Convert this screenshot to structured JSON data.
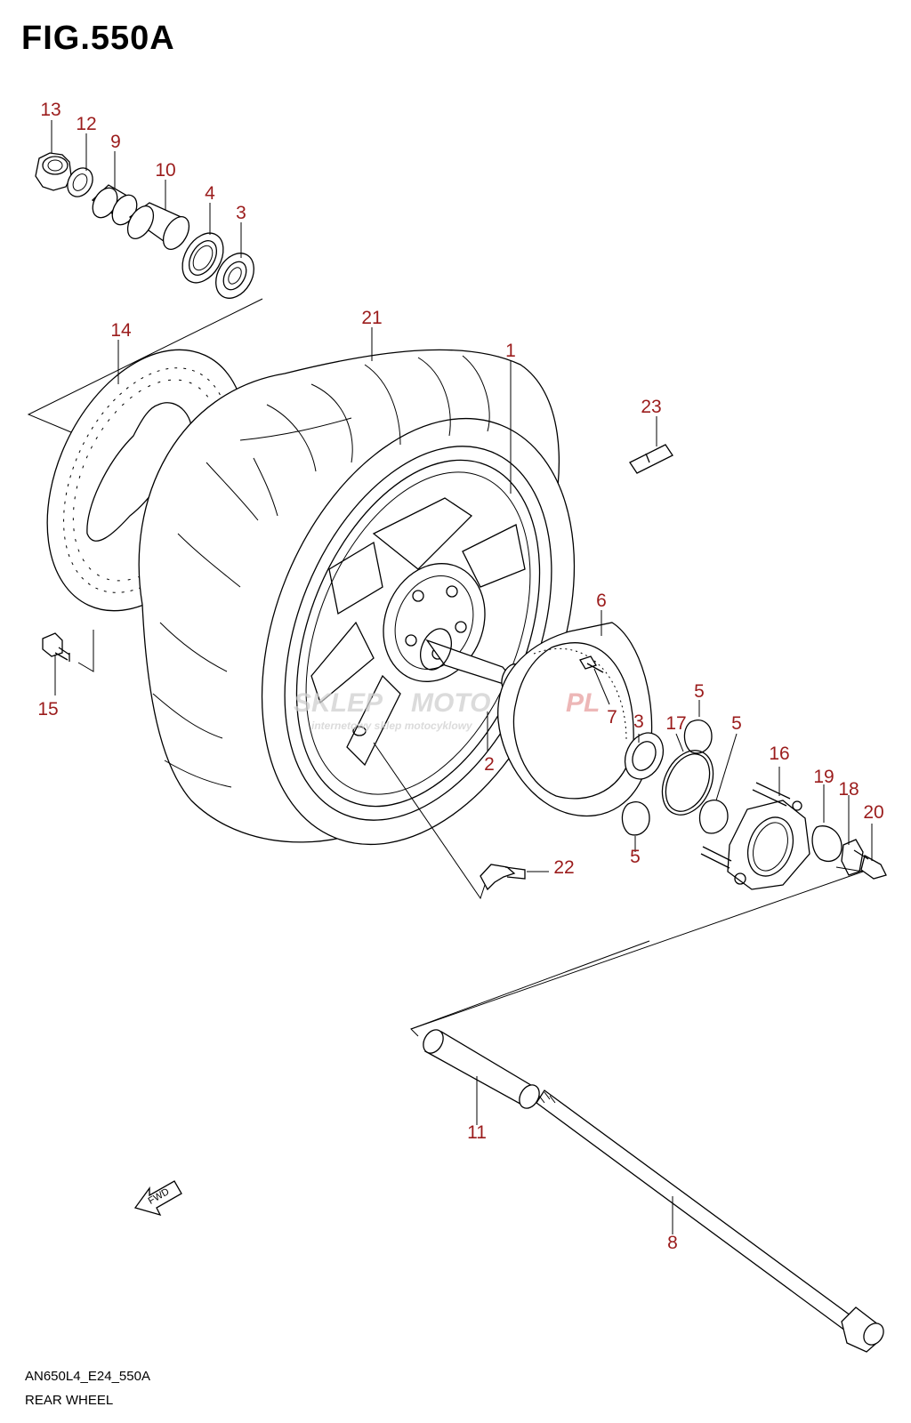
{
  "figure": {
    "title": "FIG.550A",
    "footer_code": "AN650L4_E24_550A",
    "footer_name": "REAR WHEEL",
    "fwd_label": "FWD"
  },
  "watermark": {
    "brand_a": "SKLEP",
    "brand_b": "MOTO",
    "brand_c": "PL",
    "tagline": "internetowy sklep motocyklowy"
  },
  "callouts": {
    "c1": "1",
    "c2": "2",
    "c3_top": "3",
    "c3_mid": "3",
    "c4": "4",
    "c5_a": "5",
    "c5_b": "5",
    "c5_c": "5",
    "c6": "6",
    "c7": "7",
    "c8": "8",
    "c9": "9",
    "c10": "10",
    "c11": "11",
    "c12": "12",
    "c13": "13",
    "c14": "14",
    "c15": "15",
    "c16": "16",
    "c17": "17",
    "c18": "18",
    "c19": "19",
    "c20": "20",
    "c21": "21",
    "c22": "22",
    "c23": "23"
  },
  "colors": {
    "callout": "#9b1c1c",
    "watermark_gray": "#cfcfcf",
    "watermark_red": "#e8a0a0"
  }
}
